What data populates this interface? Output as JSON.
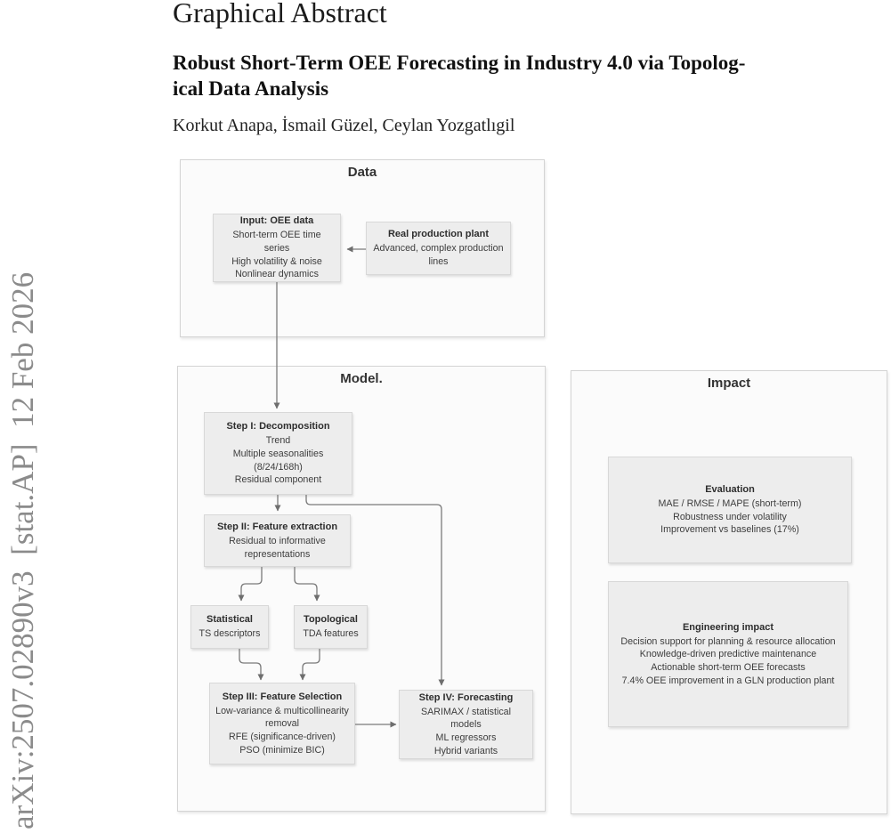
{
  "watermark": "arXiv:2507.02890v3  [stat.AP]  12 Feb 2026",
  "header": {
    "page_title": "Graphical Abstract",
    "paper_title_line1": "Robust Short-Term OEE Forecasting in Industry 4.0 via Topolog-",
    "paper_title_line2": "ical Data Analysis",
    "authors": "Korkut Anapa, İsmail Güzel, Ceylan Yozgatlıgil"
  },
  "panels": {
    "data": {
      "title": "Data",
      "input_box": {
        "title": "Input: OEE data",
        "lines": [
          "Short-term OEE time series",
          "High volatility & noise",
          "Nonlinear dynamics"
        ]
      },
      "plant_box": {
        "title": "Real production plant",
        "lines": [
          "Advanced, complex production",
          "lines"
        ]
      }
    },
    "model": {
      "title": "Model.",
      "step1": {
        "title": "Step I: Decomposition",
        "lines": [
          "Trend",
          "Multiple seasonalities",
          "(8/24/168h)",
          "Residual component"
        ]
      },
      "step2": {
        "title": "Step II: Feature extraction",
        "lines": [
          "Residual to informative",
          "representations"
        ]
      },
      "statistical": {
        "title": "Statistical",
        "lines": [
          "TS descriptors"
        ]
      },
      "topological": {
        "title": "Topological",
        "lines": [
          "TDA features"
        ]
      },
      "step3": {
        "title": "Step III: Feature Selection",
        "lines": [
          "Low-variance & multicollinearity",
          "removal",
          "RFE (significance-driven)",
          "PSO (minimize BIC)"
        ]
      },
      "step4": {
        "title": "Step IV: Forecasting",
        "lines": [
          "SARIMAX / statistical models",
          "ML regressors",
          "Hybrid variants"
        ]
      }
    },
    "impact": {
      "title": "Impact",
      "evaluation": {
        "title": "Evaluation",
        "lines": [
          "MAE / RMSE / MAPE (short-term)",
          "Robustness under volatility",
          "Improvement vs baselines (17%)"
        ]
      },
      "engineering": {
        "title": "Engineering impact",
        "lines": [
          "Decision support for planning & resource allocation",
          "Knowledge-driven predictive maintenance",
          "Actionable short-term OEE forecasts",
          "7.4% OEE improvement in a GLN production plant"
        ]
      }
    }
  },
  "colors": {
    "panel_bg": "#fbfbfb",
    "panel_border": "#d4d4d4",
    "box_bg": "#ededed",
    "box_border": "#d8d8d8",
    "connector": "#757575",
    "watermark_gray": "#8b8b8b"
  }
}
